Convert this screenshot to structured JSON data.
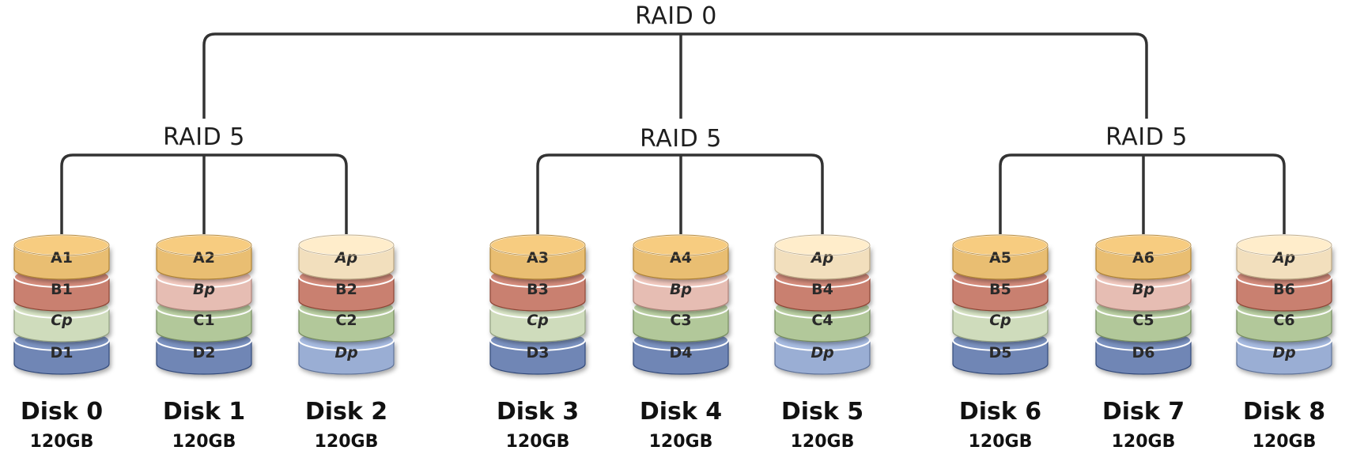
{
  "top_raid": {
    "label": "RAID 0"
  },
  "groups": [
    {
      "label": "RAID 5",
      "disks": [
        {
          "name": "Disk 0",
          "size": "120GB",
          "blocks": [
            "A1",
            "B1",
            "Cp",
            "D1"
          ]
        },
        {
          "name": "Disk 1",
          "size": "120GB",
          "blocks": [
            "A2",
            "Bp",
            "C1",
            "D2"
          ]
        },
        {
          "name": "Disk 2",
          "size": "120GB",
          "blocks": [
            "Ap",
            "B2",
            "C2",
            "Dp"
          ]
        }
      ]
    },
    {
      "label": "RAID 5",
      "disks": [
        {
          "name": "Disk 3",
          "size": "120GB",
          "blocks": [
            "A3",
            "B3",
            "Cp",
            "D3"
          ]
        },
        {
          "name": "Disk 4",
          "size": "120GB",
          "blocks": [
            "A4",
            "Bp",
            "C3",
            "D4"
          ]
        },
        {
          "name": "Disk 5",
          "size": "120GB",
          "blocks": [
            "Ap",
            "B4",
            "C4",
            "Dp"
          ]
        }
      ]
    },
    {
      "label": "RAID 5",
      "disks": [
        {
          "name": "Disk 6",
          "size": "120GB",
          "blocks": [
            "A5",
            "B5",
            "Cp",
            "D5"
          ]
        },
        {
          "name": "Disk 7",
          "size": "120GB",
          "blocks": [
            "A6",
            "Bp",
            "C5",
            "D6"
          ]
        },
        {
          "name": "Disk 8",
          "size": "120GB",
          "blocks": [
            "Ap",
            "B6",
            "C6",
            "Dp"
          ]
        }
      ]
    }
  ],
  "colors": {
    "row_A_data": "#e9be72",
    "row_A_parity": "#f2dfbd",
    "row_B_data": "#c98070",
    "row_B_parity": "#e6bdb3",
    "row_C_data": "#b2c89a",
    "row_C_parity": "#cfdcbc",
    "row_D_data": "#6f86b5",
    "row_D_parity": "#9aaed4",
    "connector": "#333333"
  }
}
